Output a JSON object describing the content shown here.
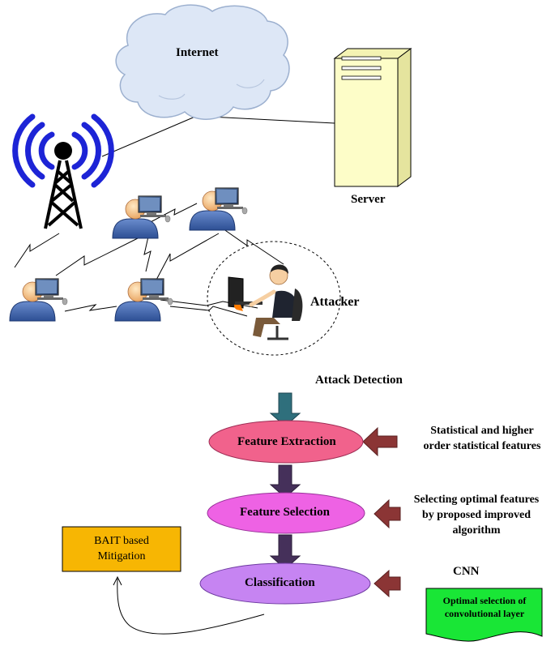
{
  "network": {
    "internet_label": "Internet",
    "server_label": "Server",
    "attacker_label": "Attacker"
  },
  "flow": {
    "heading": "Attack Detection",
    "stages": [
      "Feature Extraction",
      "Feature Selection",
      "Classification"
    ],
    "side_notes": [
      "Statistical and higher order statistical features",
      "Selecting optimal features by proposed improved algorithm",
      "CNN"
    ],
    "cnn_doc": "Optimal selection of convolutional layer",
    "mitigation": "BAIT based Mitigation"
  },
  "colors": {
    "cloud": "#dde7f6",
    "server": "#fdfdc8",
    "stage1": "#f1628c",
    "stage2": "#ee62e4",
    "stage3": "#c684f2",
    "arrow_teal": "#2f6f7c",
    "arrow_purple": "#45305a",
    "arrow_red": "#8b3535",
    "mitigation_box": "#f7b603",
    "document": "#19e636",
    "signal": "#1d24d6"
  }
}
